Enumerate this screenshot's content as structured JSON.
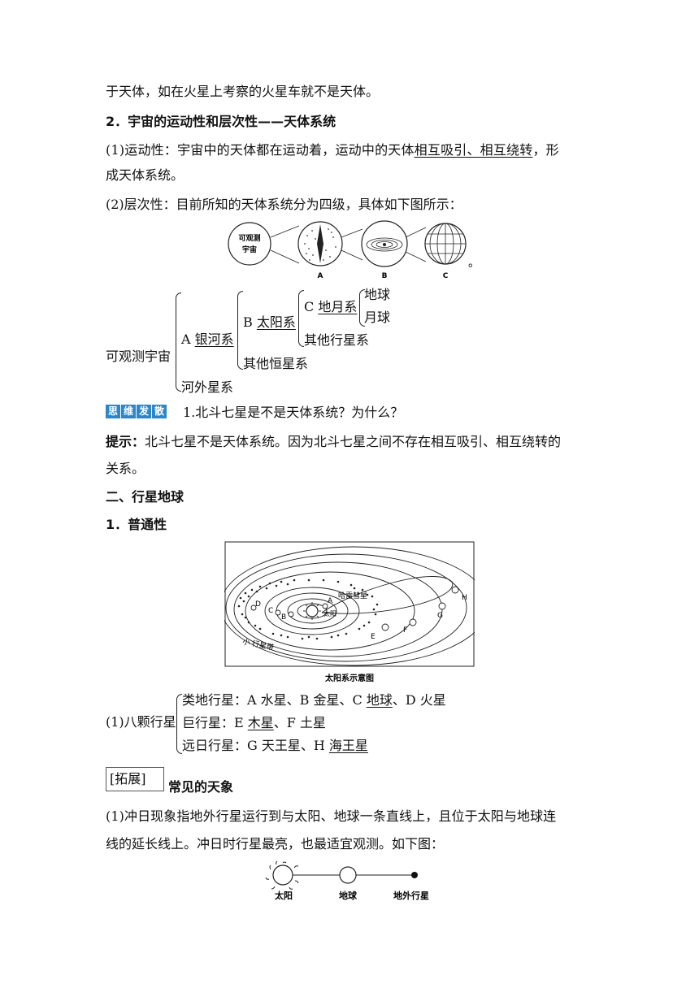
{
  "p1": "于天体，如在火星上考察的火星车就不是天体。",
  "h2": "2．宇宙的运动性和层次性——天体系统",
  "p_motion_a": "(1)运动性：宇宙中的天体都在运动着，运动中的天体",
  "p_motion_u": "相互吸引、相互绕转",
  "p_motion_b": "，形",
  "p_motion_c": "成天体系统。",
  "p_level": "(2)层次性：目前所知的天体系统分为四级，具体如下图所示：",
  "fig1": {
    "circle_text_1": "可观测",
    "circle_text_2": "宇宙",
    "label_a": "A",
    "label_b": "B",
    "label_c": "C",
    "end_mark": "。"
  },
  "tree": {
    "root": "可观测宇宙",
    "a_prefix": "A ",
    "a_name": "银河系",
    "b_prefix": "B ",
    "b_name": "太阳系",
    "c_prefix": "C ",
    "c_name": "地月系",
    "earth": "地球",
    "moon": "月球",
    "other_planets": "其他行星系",
    "other_stars": "其他恒星系",
    "extragalactic": "河外星系"
  },
  "think": {
    "badge": [
      "思",
      "维",
      "发",
      "散"
    ],
    "question": "1.北斗七星是不是天体系统？为什么？",
    "answer_label": "提示：",
    "answer_1": "北斗七星不是天体系统。因为北斗七星之间不存在相互吸引、相互绕转的",
    "answer_2": "关系。"
  },
  "section2": "二、行星地球",
  "sub1": "1．普通性",
  "fig2": {
    "caption": "太阳系示意图",
    "sun": "太阳",
    "comet": "哈雷彗星",
    "belt": "小 行星带",
    "labels": [
      "A",
      "B",
      "C",
      "D",
      "E",
      "F",
      "G",
      "H"
    ]
  },
  "planets": {
    "label": "(1)八颗行星",
    "t1": "类地行星：A 水星、B 金星、C ",
    "t1u": "地球",
    "t1b": "、D 火星",
    "t2": "巨行星：E ",
    "t2u": "木星",
    "t2b": "、F 土星",
    "t3": "远日行星：G 天王星、H ",
    "t3u": "海王星"
  },
  "ext": {
    "tag": "[拓展]",
    "title": "常见的天象",
    "p1": "(1)冲日现象指地外行星运行到与太阳、地球一条直线上，且位于太阳与地球连",
    "p2": "线的延长线上。冲日时行星最亮，也最适宜观测。如下图："
  },
  "fig3": {
    "sun": "太阳",
    "earth": "地球",
    "outer": "地外行星"
  }
}
